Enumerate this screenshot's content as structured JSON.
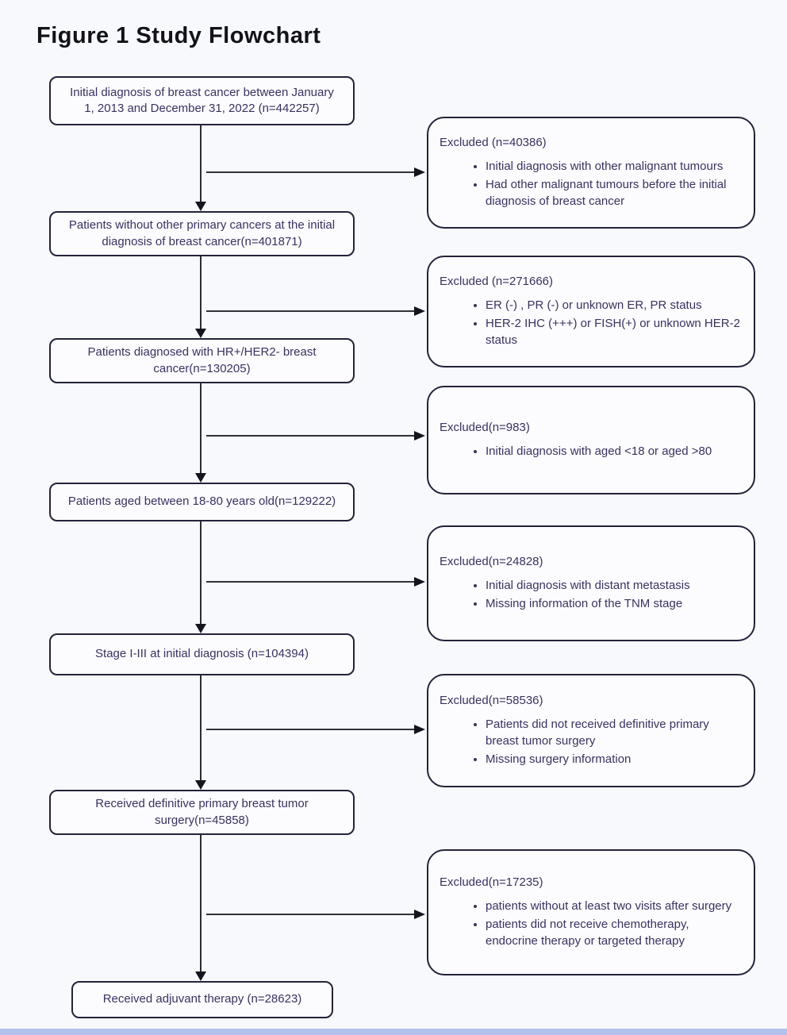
{
  "title": "Figure 1 Study Flowchart",
  "colors": {
    "box_border": "#23233c",
    "box_text": "#3a3160",
    "arrow": "#15151f",
    "page_background": "#f8f9fc",
    "bottom_bar": "#b3c1ec"
  },
  "main_boxes": [
    {
      "label": "Initial diagnosis of breast cancer between January 1, 2013 and December 31, 2022  (n=442257)"
    },
    {
      "label": "Patients without other primary cancers  at the initial diagnosis of breast cancer(n=401871)"
    },
    {
      "label": "Patients diagnosed with HR+/HER2- breast cancer(n=130205)"
    },
    {
      "label": "Patients aged between 18-80 years old(n=129222)"
    },
    {
      "label": "Stage I-III at initial diagnosis (n=104394)"
    },
    {
      "label": "Received definitive primary breast tumor surgery(n=45858)"
    },
    {
      "label": "Received adjuvant therapy  (n=28623)"
    }
  ],
  "excluded_boxes": [
    {
      "header": "Excluded (n=40386)",
      "bullets": [
        "Initial diagnosis with other malignant tumours",
        "Had other malignant tumours before the initial diagnosis of breast cancer"
      ]
    },
    {
      "header": "Excluded (n=271666)",
      "bullets": [
        "ER (-) , PR (-) or unknown ER, PR status",
        "HER-2 IHC (+++) or FISH(+) or unknown HER-2 status"
      ]
    },
    {
      "header": "Excluded(n=983)",
      "bullets": [
        "Initial diagnosis with aged <18 or aged >80"
      ]
    },
    {
      "header": "Excluded(n=24828)",
      "bullets": [
        "Initial diagnosis with distant metastasis",
        "Missing information of the TNM stage"
      ]
    },
    {
      "header": "Excluded(n=58536)",
      "bullets": [
        "Patients did not received definitive primary breast tumor surgery",
        "Missing surgery information"
      ]
    },
    {
      "header": "Excluded(n=17235)",
      "bullets": [
        "patients without at least two visits after surgery",
        "patients did not receive chemotherapy,  endocrine therapy or targeted therapy"
      ]
    }
  ]
}
